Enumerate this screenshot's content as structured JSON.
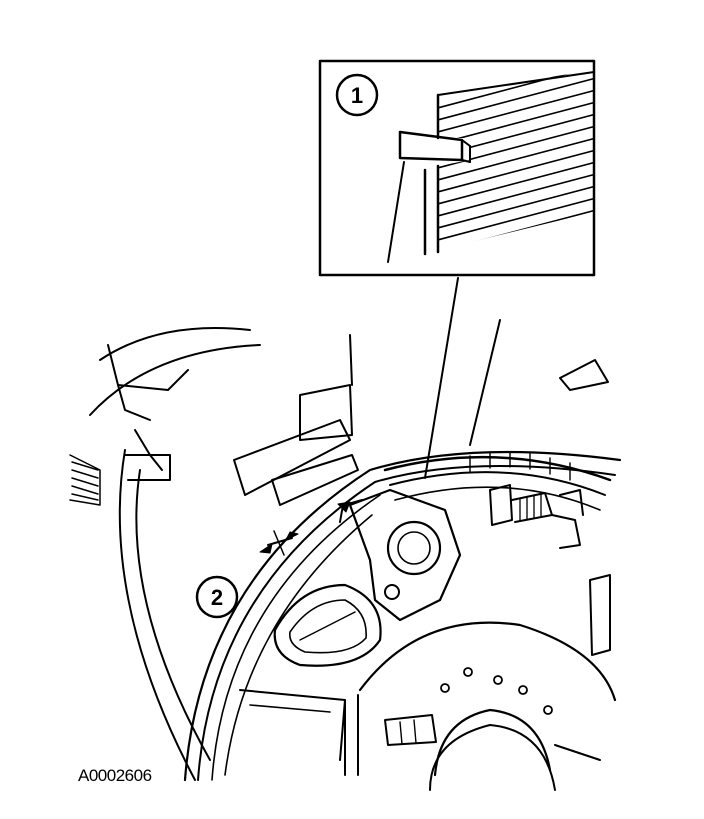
{
  "diagram": {
    "inset_callout": "1",
    "gap_callout": "2",
    "figure_id": "A0002606"
  }
}
